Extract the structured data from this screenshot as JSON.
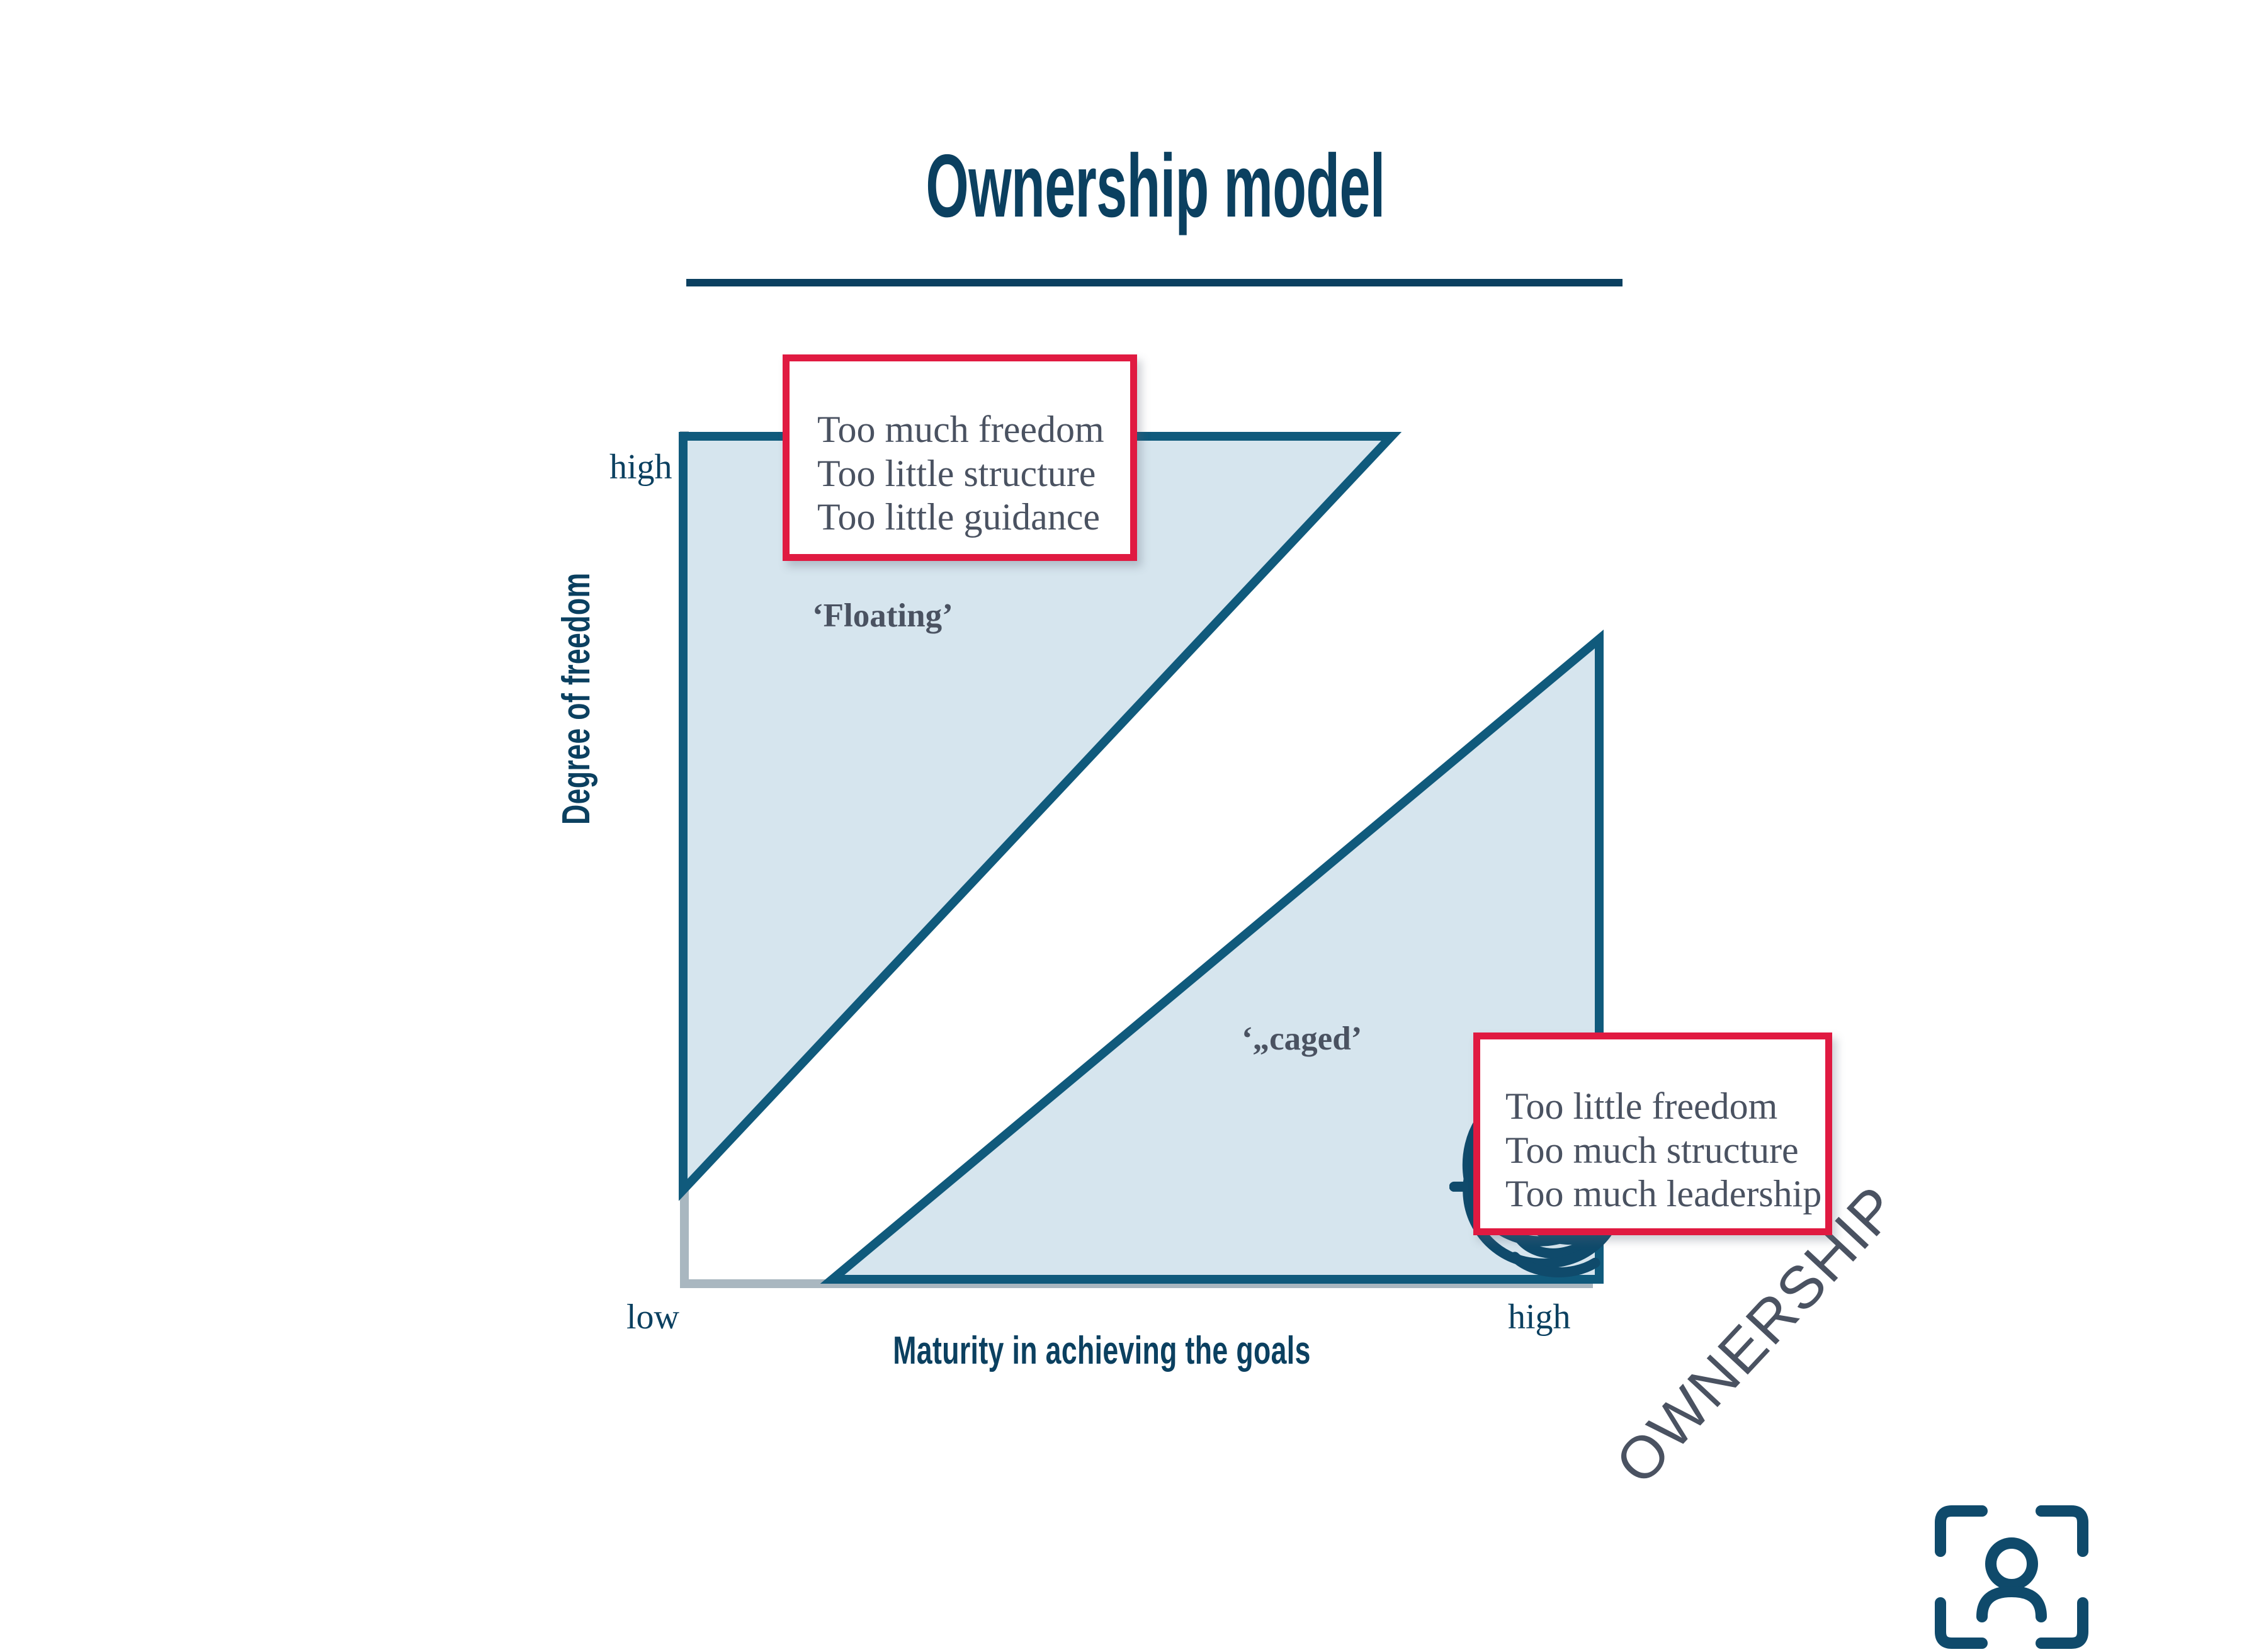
{
  "header": {
    "title": "Ownership model",
    "rule_color": "#0B4060"
  },
  "axes": {
    "y_title": "Degree of freedom",
    "x_title": "Maturity in achieving the goals",
    "y_tick_high": "high",
    "x_tick_low": "low",
    "x_tick_high": "high",
    "axis_line_color": "#A9B7C0"
  },
  "diagram": {
    "band_label": "OWNERSHIP",
    "band_label_color": "#4A5261",
    "shape_fill": "#D6E5EE",
    "shape_stroke": "#105A7C",
    "quadrants": [
      {
        "id": "floating",
        "caption": "‘Floating’",
        "icon": "tangled-scribble-arrow-icon"
      },
      {
        "id": "caged",
        "caption": "‘„caged’",
        "icon": "caged-person-icon"
      }
    ]
  },
  "callouts": [
    {
      "id": "floating-callout",
      "border_color": "#E01A41",
      "lines": [
        "Too much freedom",
        "Too little structure",
        "Too little guidance"
      ]
    },
    {
      "id": "caged-callout",
      "border_color": "#E01A41",
      "lines": [
        "Too little freedom",
        "Too much structure",
        "Too much leadership"
      ]
    }
  ],
  "chart_data": {
    "type": "scatter",
    "title": "Ownership model",
    "xlabel": "Maturity in achieving the goals",
    "ylabel": "Degree of freedom",
    "xticks": [
      "low",
      "high"
    ],
    "yticks": [
      "",
      "high"
    ],
    "xlim": [
      0,
      1
    ],
    "ylim": [
      0,
      1
    ],
    "grid": false,
    "legend": "none",
    "regions": [
      {
        "name": "‘Floating’",
        "description": "Upper-left triangle: high degree of freedom, low maturity",
        "fill": "#D6E5EE",
        "stroke": "#105A7C",
        "polygon": [
          [
            0.0,
            1.0
          ],
          [
            0.78,
            1.0
          ],
          [
            0.02,
            0.13
          ]
        ]
      },
      {
        "name": "OWNERSHIP",
        "description": "Diagonal white band running from low maturity / low freedom to high maturity / high freedom",
        "fill": "#FFFFFF",
        "stroke": "none"
      },
      {
        "name": "‘„caged’",
        "description": "Lower-right triangle: low degree of freedom, high maturity",
        "fill": "#D6E5EE",
        "stroke": "#105A7C",
        "polygon": [
          [
            0.17,
            0.0
          ],
          [
            1.0,
            0.0
          ],
          [
            1.0,
            0.75
          ]
        ]
      }
    ],
    "annotations": [
      {
        "text": "Too much freedom / Too little structure / Too little guidance",
        "attached_to": "‘Floating’",
        "border": "#E01A41"
      },
      {
        "text": "Too little freedom / Too much structure / Too much leadership",
        "attached_to": "‘„caged’",
        "border": "#E01A41"
      }
    ]
  }
}
